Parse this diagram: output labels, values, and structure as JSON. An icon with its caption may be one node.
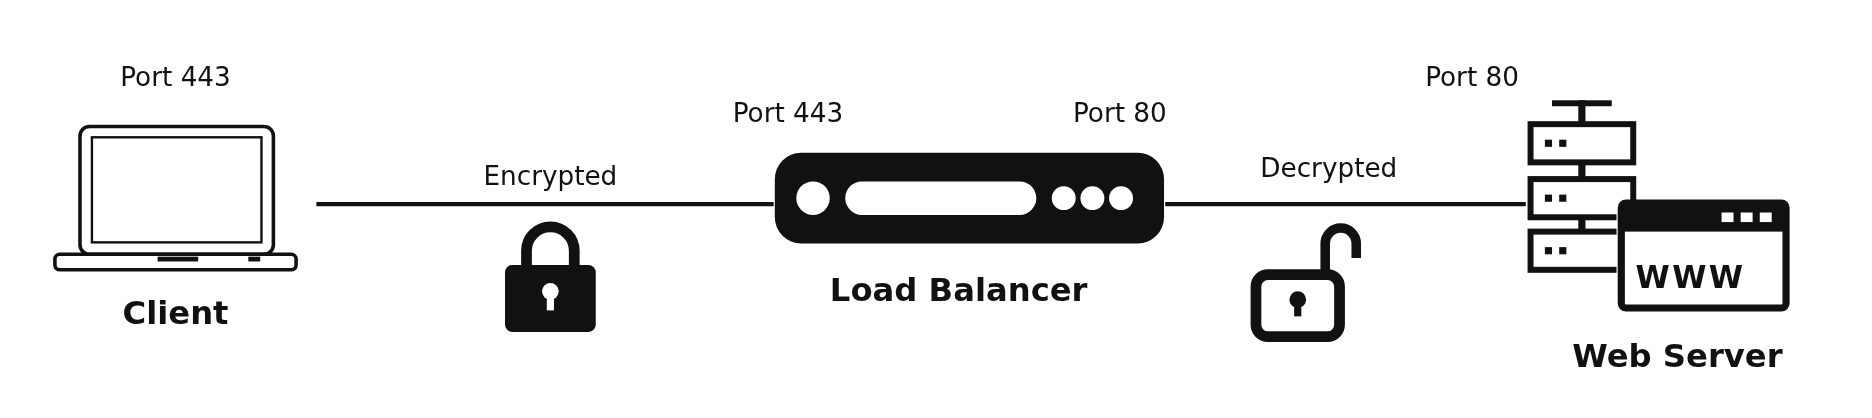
{
  "diagram": {
    "nodes": [
      {
        "text": [
          "Client"
        ],
        "beside": [
          "Port 443"
        ]
      },
      {
        "text": [
          "Load Balancer"
        ],
        "beside": [
          "Port 443",
          "Port 80"
        ]
      },
      {
        "text": [
          "WWW",
          "Web Server"
        ],
        "beside": [
          "Port 80"
        ]
      }
    ],
    "edges": [
      {
        "from": 0,
        "to": 1,
        "arrow": "none",
        "label": "Encrypted"
      },
      {
        "from": 1,
        "to": 2,
        "arrow": "none",
        "label": "Decrypted"
      }
    ]
  }
}
